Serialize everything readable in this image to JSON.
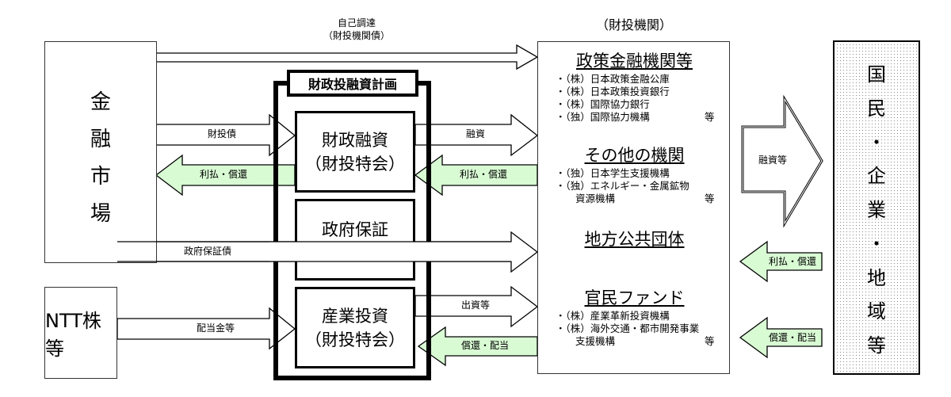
{
  "colors": {
    "return_arrow_fill": "#d9fbd4",
    "stroke": "#000000",
    "dotted_bg": "#f2f2f2"
  },
  "left": {
    "financial_market": [
      "金",
      "融",
      "市",
      "場"
    ],
    "ntt": "NTT株等"
  },
  "plan": {
    "title": "財政投融資計画",
    "loan": {
      "line1": "財政融資",
      "line2": "（財投特会）"
    },
    "guarantee": "政府保証",
    "investment": {
      "line1": "産業投資",
      "line2": "（財投特会）"
    }
  },
  "arrows": {
    "self_funding": {
      "line1": "自己調達",
      "line2": "（財投機関債）"
    },
    "fiscal_bonds": "財投債",
    "repay_market": "利払・償還",
    "loan": "融資",
    "repay_agency": "利払・償還",
    "gov_bonds": "政府保証債",
    "dividends": "配当金等",
    "investment": "出資等",
    "repay_dividend": "償還・配当",
    "lending_etc": "融資等",
    "repay_public": "利払・償還",
    "repay_dividend_public": "償還・配当"
  },
  "agencies": {
    "caption": "（財投機関）",
    "groups": [
      {
        "heading": "政策金融機関等",
        "items": [
          "・（株）日本政策金融公庫",
          "・（株）日本政策投資銀行",
          "・（株）国際協力銀行",
          "・（独）国際協力機構"
        ],
        "suffix": "等"
      },
      {
        "heading": "その他の機関",
        "items": [
          "・（独）日本学生支援機構",
          "・（独）エネルギー・金属鉱物",
          "　　資源機構"
        ],
        "suffix": "等"
      },
      {
        "heading": "地方公共団体",
        "items": [],
        "suffix": ""
      },
      {
        "heading": "官民ファンド",
        "items": [
          "・（株）産業革新投資機構",
          "・（株）海外交通・都市開発事業",
          "　　支援機構"
        ],
        "suffix": "等"
      }
    ]
  },
  "public": [
    "国",
    "民",
    "・",
    "企",
    "業",
    "・",
    "地",
    "域",
    "等"
  ]
}
